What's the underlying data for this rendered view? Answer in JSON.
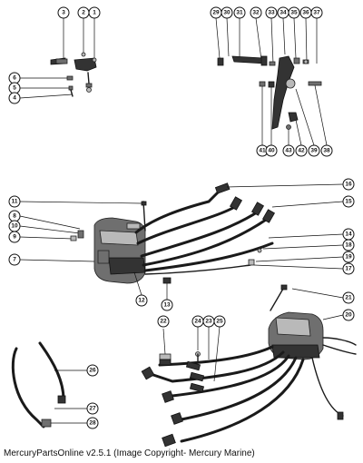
{
  "caption": "MercuryPartsOnline v2.5.1 (Image Copyright- Mercury Marine)",
  "callouts": {
    "c1": "1",
    "c2": "2",
    "c3": "3",
    "c4": "4",
    "c5": "5",
    "c6": "6",
    "c7": "7",
    "c8": "8",
    "c9": "9",
    "c10": "10",
    "c11": "11",
    "c12": "12",
    "c13": "13",
    "c14": "14",
    "c15": "15",
    "c16": "16",
    "c17": "17",
    "c18": "18",
    "c19": "19",
    "c20": "20",
    "c21": "21",
    "c22": "22",
    "c23": "23",
    "c24": "24",
    "c25": "25",
    "c26": "26",
    "c27": "27",
    "c28": "28",
    "c29": "29",
    "c30": "30",
    "c31": "31",
    "c32": "32",
    "c33": "33",
    "c34": "34",
    "c35": "35",
    "c36": "36",
    "c37": "37",
    "c38": "38",
    "c39": "39",
    "c40": "40",
    "c41": "41",
    "c42": "42",
    "c43": "43"
  }
}
